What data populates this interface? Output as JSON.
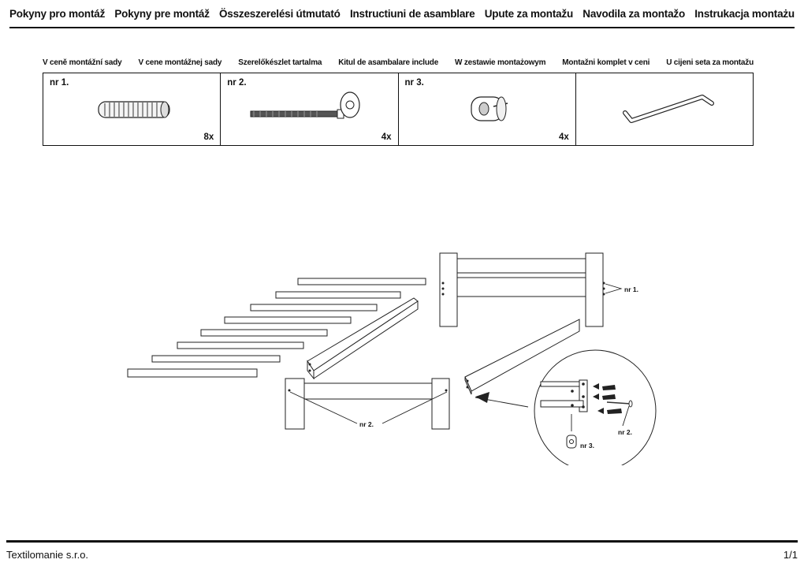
{
  "titles": [
    "Pokyny pro montáž",
    "Pokyny pre montáž",
    "Összeszerelési útmutató",
    "Instructiuni de asamblare",
    "Upute za montažu",
    "Navodila za montažo",
    "Instrukacja montażu"
  ],
  "parts_header": [
    "V ceně montážní sady",
    "V cene montážnej sady",
    "Szerelőkészlet tartalma",
    "Kitul de asambalare include",
    "W zestawie montażowym",
    "Montažni komplet v ceni",
    "U cijeni seta za montažu"
  ],
  "parts": [
    {
      "number": "nr 1.",
      "qty": "8x",
      "icon": "wooden-dowel-icon"
    },
    {
      "number": "nr 2.",
      "qty": "4x",
      "icon": "bolt-icon"
    },
    {
      "number": "nr 3.",
      "qty": "4x",
      "icon": "barrel-nut-icon"
    },
    {
      "number": "",
      "qty": "",
      "icon": "allen-key-icon"
    }
  ],
  "diagram": {
    "label_nr1": "nr 1.",
    "label_nr2_frame": "nr 2.",
    "label_nr2_detail": "nr 2.",
    "label_nr3_detail": "nr 3."
  },
  "footer": {
    "company": "Textilomanie s.r.o.",
    "page": "1/1"
  }
}
